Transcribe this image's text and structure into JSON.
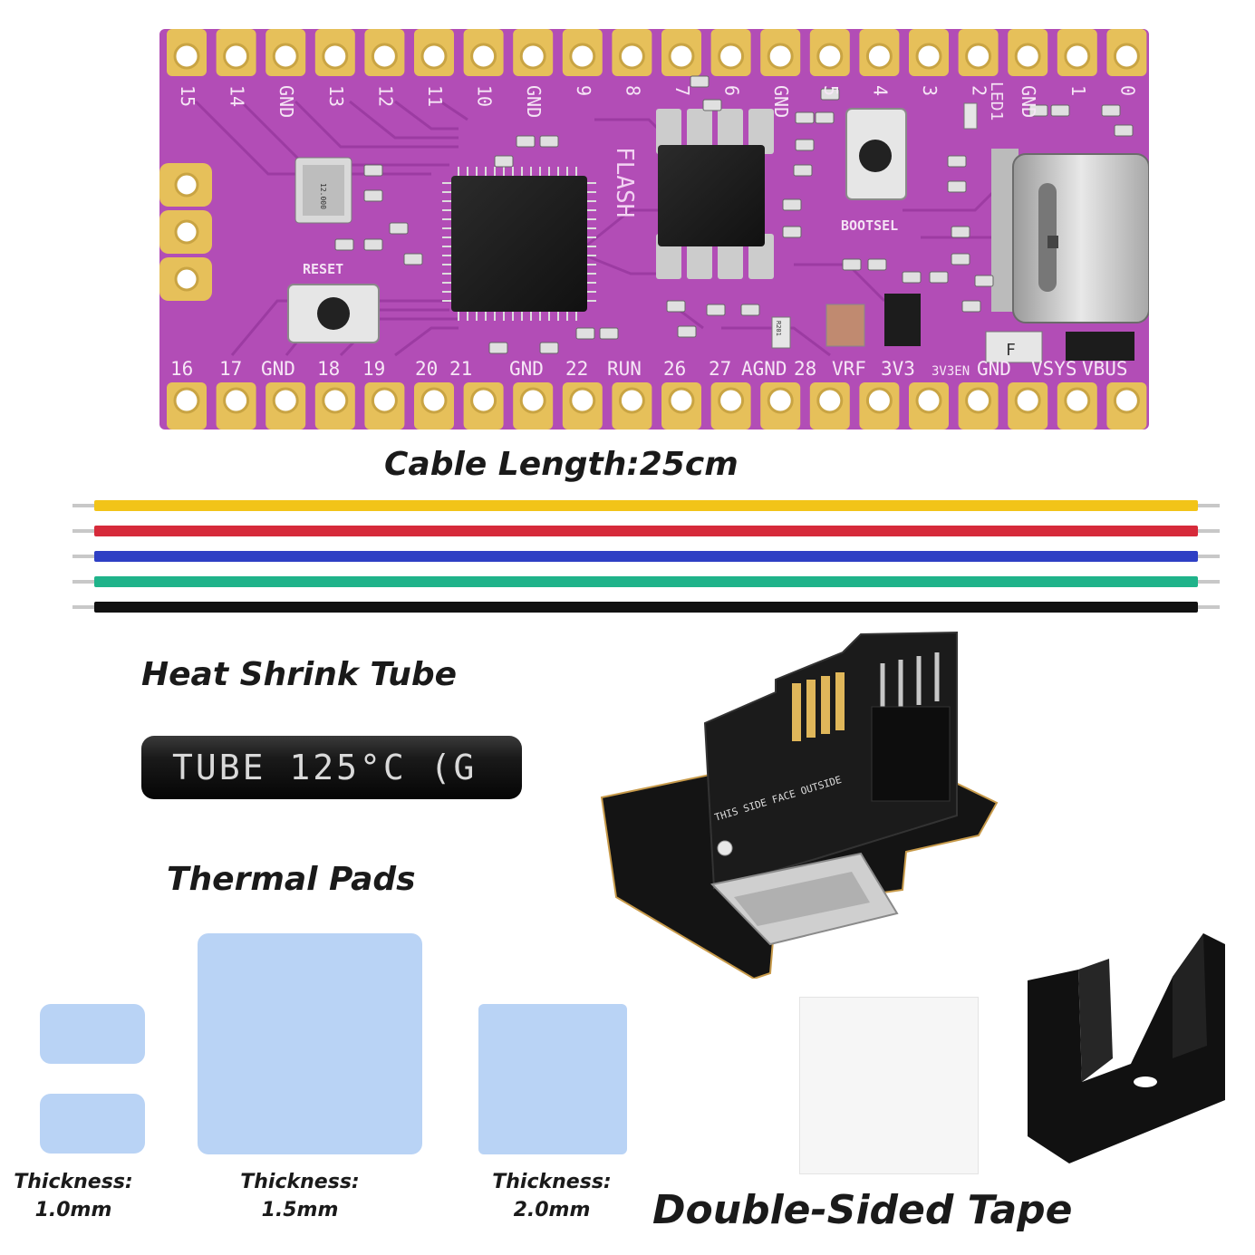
{
  "board": {
    "top_pins": [
      "15",
      "14",
      "GND",
      "13",
      "12",
      "11",
      "10",
      "GND",
      "9",
      "8",
      "7",
      "6",
      "GND",
      "5",
      "4",
      "3",
      "2",
      "GND",
      "1",
      "0"
    ],
    "bottom_pins": [
      "16",
      "17",
      "GND",
      "18",
      "19",
      "20",
      "21",
      "GND",
      "22",
      "RUN",
      "26",
      "27",
      "AGND",
      "28",
      "VRF",
      "3V3",
      "3V3EN",
      "GND",
      "VSYS",
      "VBUS"
    ],
    "labels": {
      "reset": "RESET",
      "bootsel": "BOOTSEL",
      "flash": "FLASH",
      "led": "LED1",
      "crystal": "12.000",
      "r201": "R201",
      "fuse": "F"
    },
    "color": "#b54bb8"
  },
  "cable": {
    "caption": "Cable Length:25cm",
    "colors": [
      "#f2c418",
      "#d62a3a",
      "#2e3fc4",
      "#1fb38a",
      "#111111"
    ]
  },
  "tube": {
    "caption": "Heat Shrink Tube",
    "print": "TUBE 125°C (G"
  },
  "pads": {
    "caption": "Thermal Pads",
    "color": "#b9d3f5",
    "items": [
      {
        "label": "Thickness:",
        "value": "1.0mm"
      },
      {
        "label": "Thickness:",
        "value": "1.5mm"
      },
      {
        "label": "Thickness:",
        "value": "2.0mm"
      }
    ]
  },
  "adapter": {
    "print": "THIS SIDE FACE OUTSIDE"
  },
  "tape": {
    "caption": "Double-Sided Tape"
  }
}
